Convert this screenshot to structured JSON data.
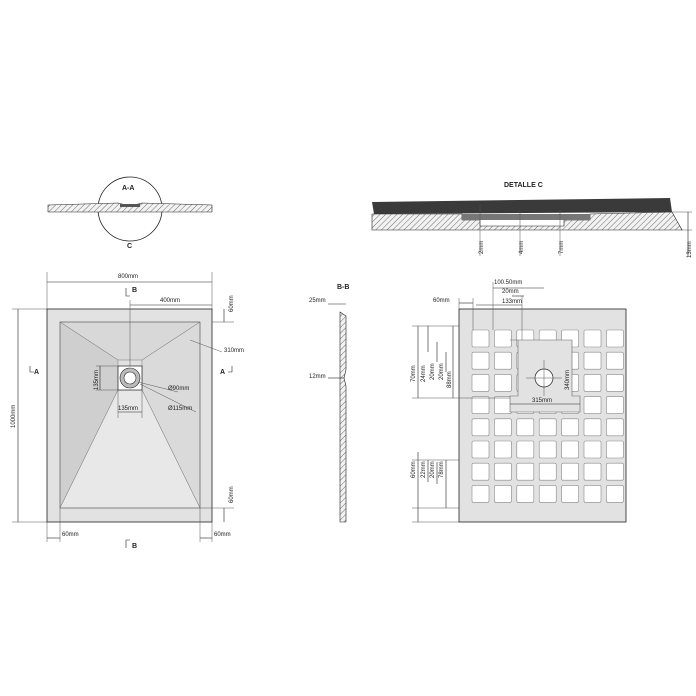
{
  "section_labels": {
    "aa": "A-A",
    "c_detail_marker": "C",
    "detail_title": "DETALLE  C",
    "bb": "B-B",
    "a_left": "A",
    "a_right": "A",
    "b_top": "B",
    "b_bottom": "B"
  },
  "plan_dims": {
    "width": "800mm",
    "height": "1000mm",
    "drain_offset_x": "400mm",
    "edge_top_right": "60mm",
    "slope_310": "310mm",
    "drain_box_h": "135mm",
    "drain_box_w": "135mm",
    "dia_90": "Ø90mm",
    "dia_115": "Ø115mm",
    "edge_bottom_right": "60mm",
    "edge_bottom_left": "60mm",
    "edge_bottom_right2": "60mm"
  },
  "bb_dims": {
    "top": "25mm",
    "mid": "12mm"
  },
  "detail_dims": {
    "d2": "2mm",
    "d4": "4mm",
    "d7": "7mm",
    "d13": "13mm"
  },
  "underside_dims": {
    "d100_50": "100.50mm",
    "d20": "20mm",
    "d133": "133mm",
    "d60_top": "60mm",
    "d70": "70mm",
    "d24": "24mm",
    "d20a": "20mm",
    "d20b": "20mm",
    "d88": "88mm",
    "d340": "340mm",
    "d315": "315mm",
    "d60_bot": "60mm",
    "d22": "22mm",
    "d20c": "20mm",
    "d78": "78mm"
  },
  "colors": {
    "tray_fill": "#e2e2e2",
    "tray_inner": "#d4d4d4",
    "hatch": "#333333",
    "dark_profile": "#3a3a3a"
  }
}
